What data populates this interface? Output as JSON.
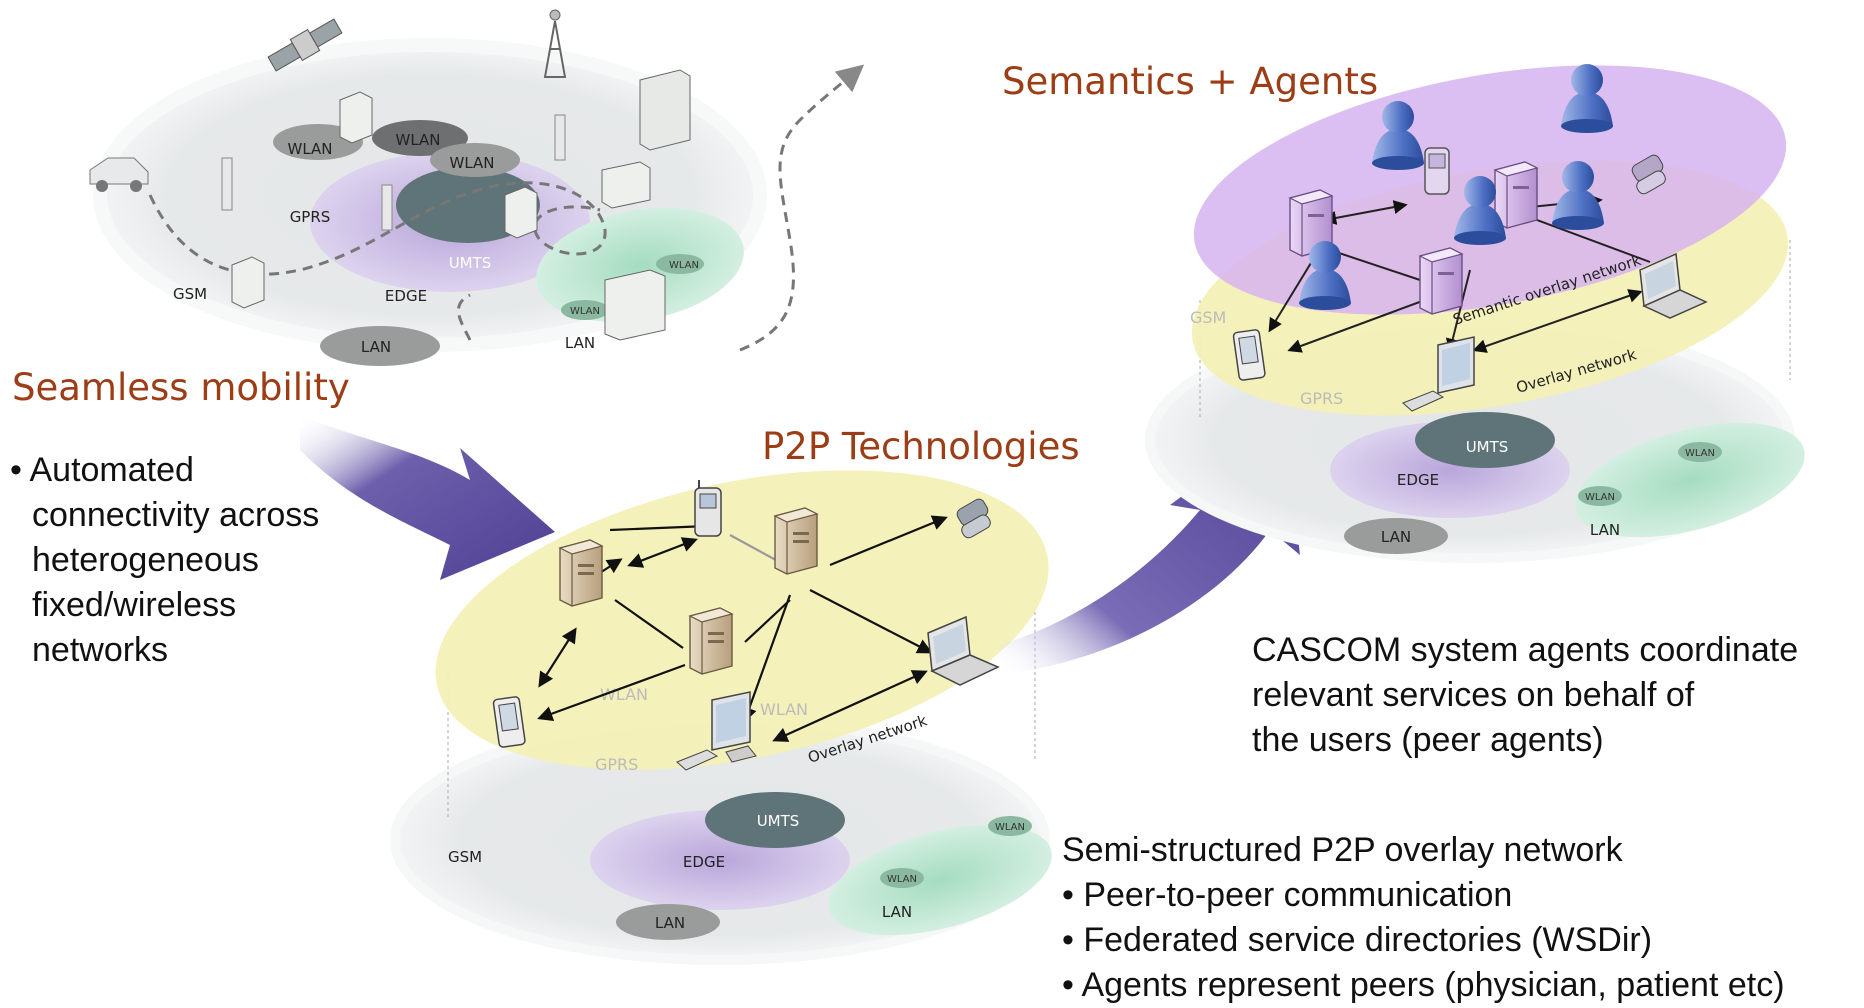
{
  "headings": {
    "seamless": "Seamless mobility",
    "p2p": "P2P Technologies",
    "semantics": "Semantics + Agents"
  },
  "seamless_text": {
    "bullet": "•",
    "lines": [
      "Automated",
      "connectivity across",
      "heterogeneous",
      "fixed/wireless",
      "networks"
    ]
  },
  "cascom_text": {
    "lines": [
      "CASCOM system agents coordinate",
      "relevant services on behalf of",
      "the users (peer agents)"
    ]
  },
  "overlay_text": {
    "title": "Semi-structured P2P overlay network",
    "bullets": [
      "• Peer-to-peer communication",
      "• Federated service directories (WSDir)",
      "• Agents represent peers (physician, patient etc)"
    ]
  },
  "network_labels": {
    "wlan": "WLAN",
    "gprs": "GPRS",
    "gsm": "GSM",
    "umts": "UMTS",
    "edge": "EDGE",
    "lan": "LAN",
    "overlay_network": "Overlay network",
    "semantic_overlay_network": "Semantic overlay network"
  },
  "colors": {
    "heading": "#9c3d16",
    "arrow": "#5b4a9c",
    "overlay_plane": "#f4f0b4",
    "semantic_plane": "#d9b9f2",
    "umts": "#5f7478",
    "edge": "#c4b4de",
    "lan_zone": "#b9e2cc"
  },
  "icons": [
    "satellite-icon",
    "antenna-tower-icon",
    "car-icon",
    "building-icon",
    "server-icon",
    "mobile-phone-icon",
    "laptop-icon",
    "desktop-monitor-icon",
    "agent-person-icon"
  ]
}
